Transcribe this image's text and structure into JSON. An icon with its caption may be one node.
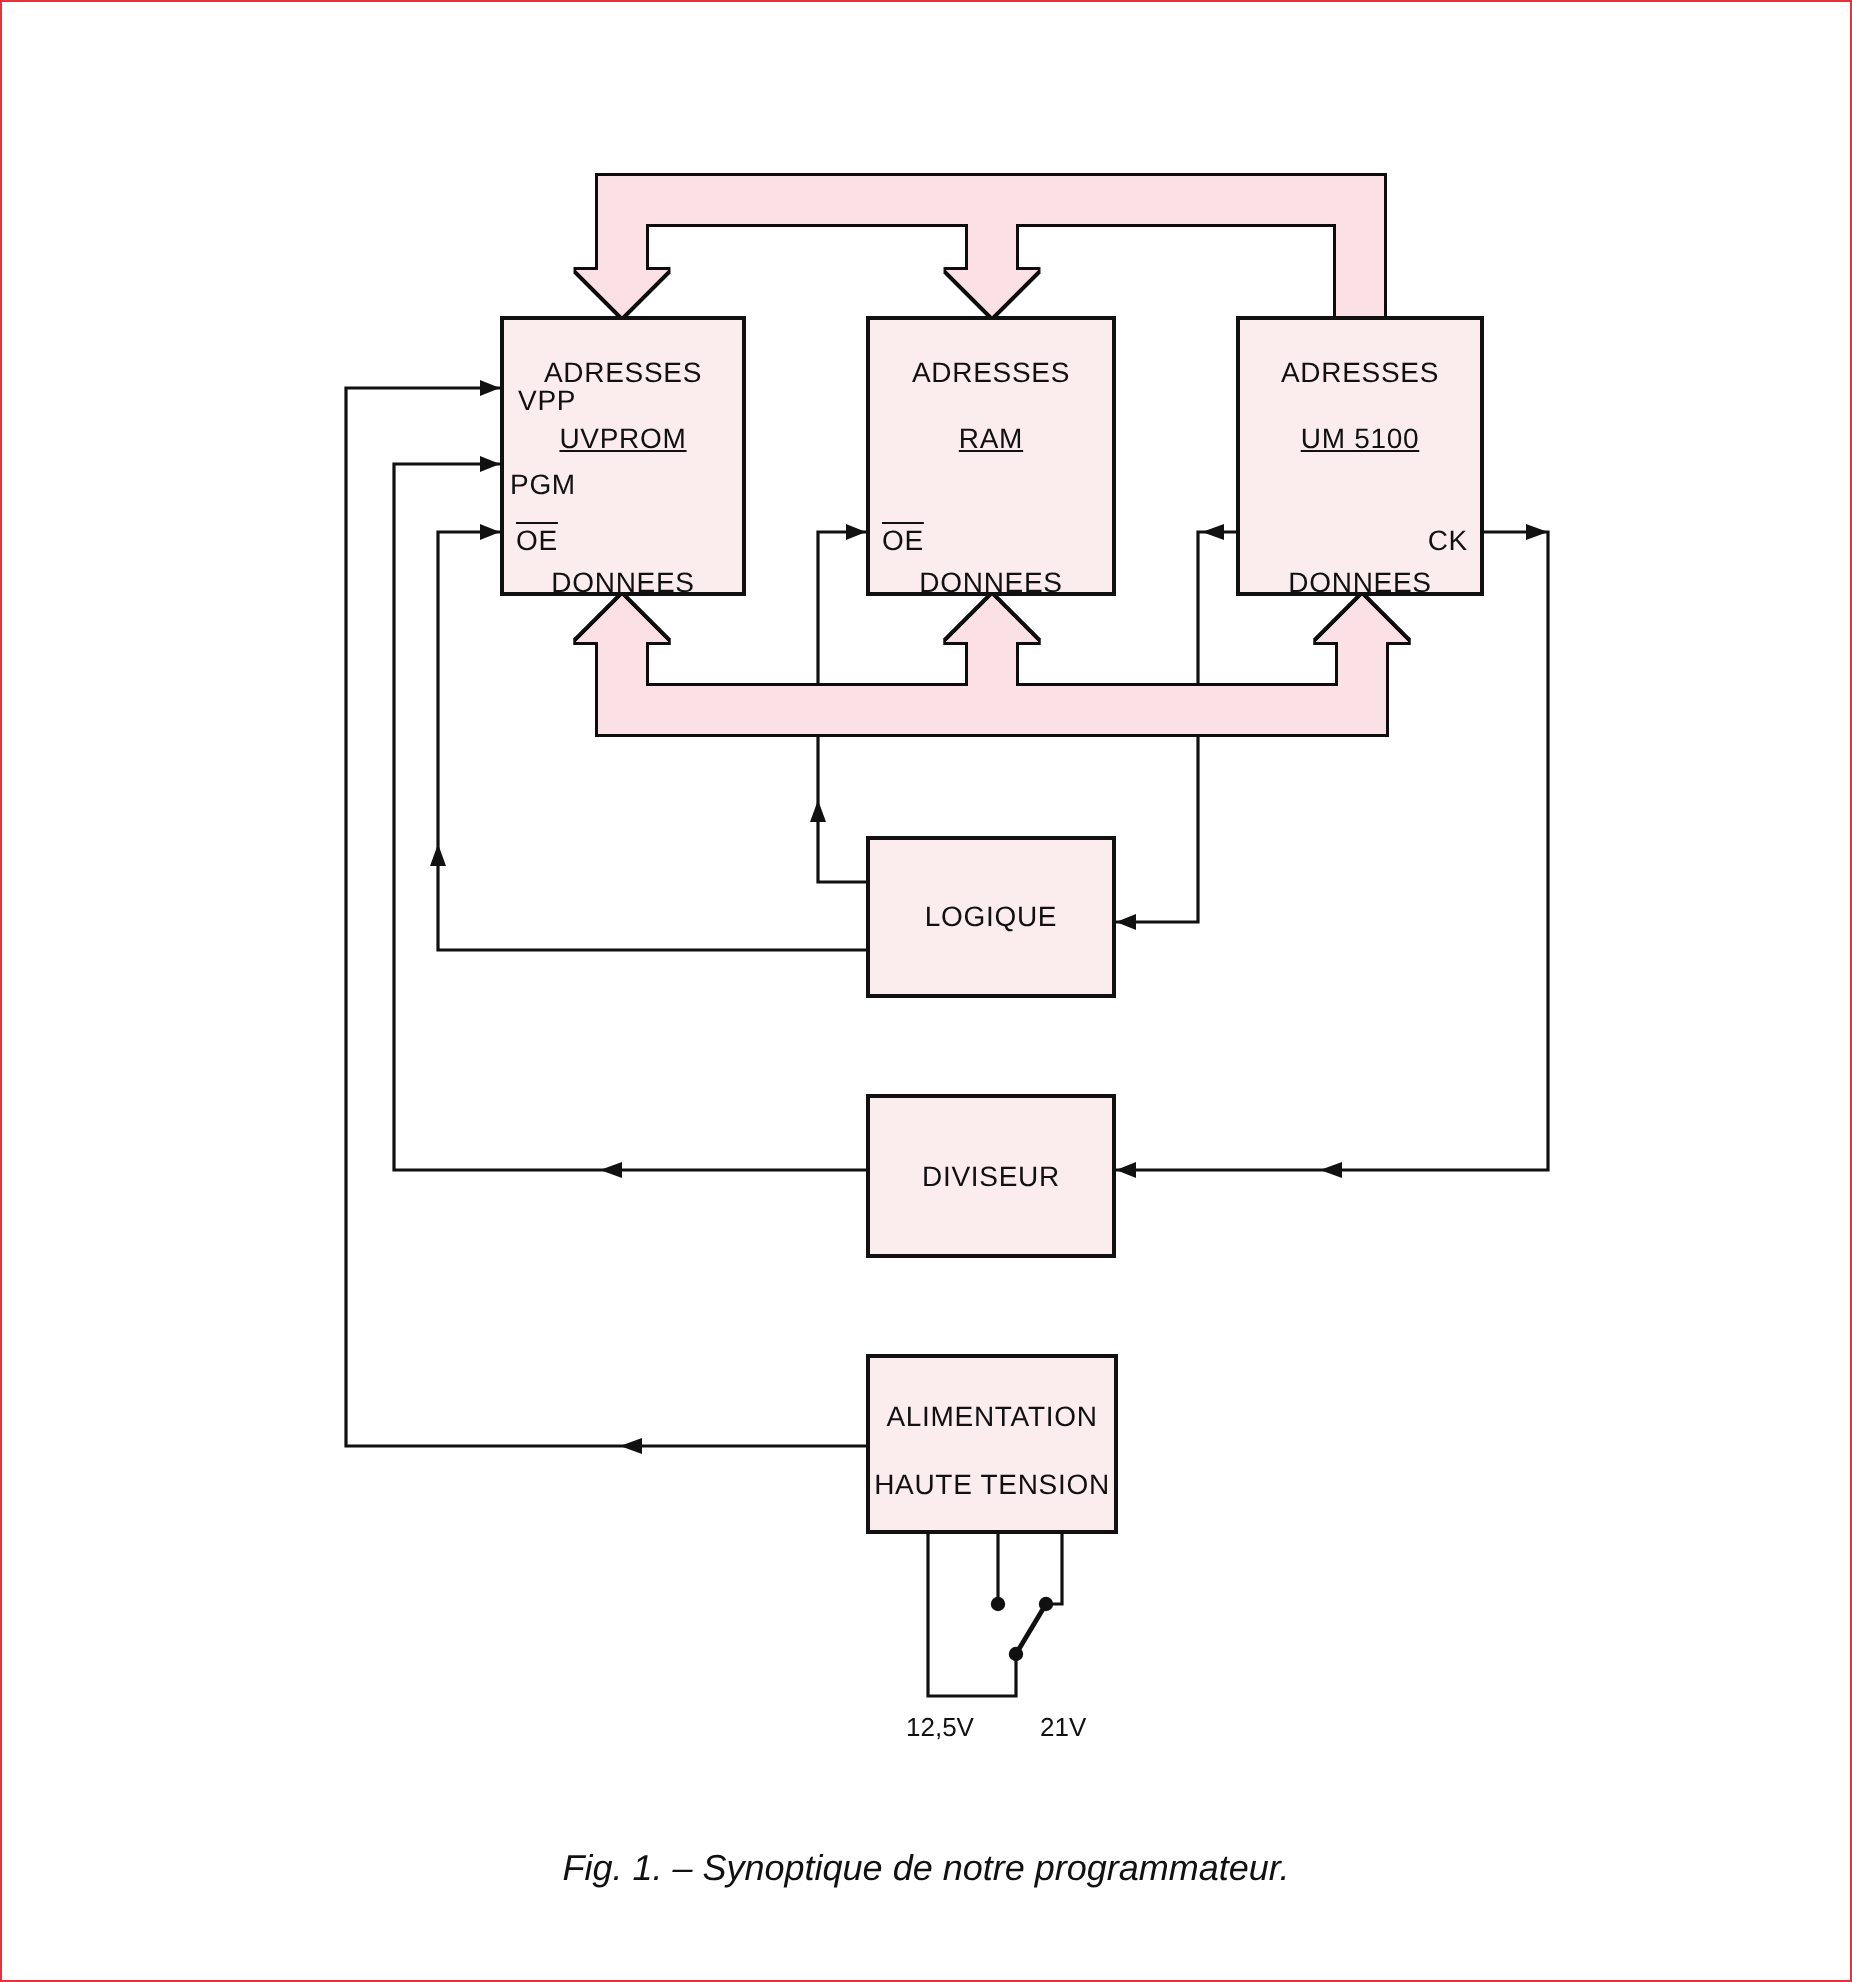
{
  "diagram": {
    "caption": "Fig. 1. – Synoptique de notre programmateur.",
    "nodes": [
      {
        "text": [
          "ADRESSES",
          "VPP",
          "UVPROM",
          "PGM",
          "OE",
          "DONNEES"
        ]
      },
      {
        "text": [
          "ADRESSES",
          "RAM",
          "OE",
          "DONNEES"
        ]
      },
      {
        "text": [
          "ADRESSES",
          "UM 5100",
          "CK",
          "DONNEES"
        ]
      },
      {
        "text": [
          "LOGIQUE"
        ]
      },
      {
        "text": [
          "DIVISEUR"
        ]
      },
      {
        "text": [
          "ALIMENTATION HAUTE TENSION"
        ]
      }
    ],
    "edges": [
      {
        "from": 2,
        "to": 0,
        "arrow": "to",
        "style": "thick",
        "color": "#fbe1e6"
      },
      {
        "from": 2,
        "to": 1,
        "arrow": "to",
        "style": "thick",
        "color": "#fbe1e6"
      },
      {
        "from": 0,
        "to": 1,
        "arrow": "both",
        "style": "thick",
        "color": "#fbe1e6"
      },
      {
        "from": 0,
        "to": 2,
        "arrow": "both",
        "style": "thick",
        "color": "#fbe1e6"
      },
      {
        "from": 1,
        "to": 2,
        "arrow": "both",
        "style": "thick",
        "color": "#fbe1e6"
      },
      {
        "from": 3,
        "to": 1,
        "arrow": "to"
      },
      {
        "from": 2,
        "to": 3,
        "arrow": "to"
      },
      {
        "from": 3,
        "to": 0,
        "arrow": "to"
      },
      {
        "from": 2,
        "to": 4,
        "arrow": "to"
      },
      {
        "from": 4,
        "to": 0,
        "arrow": "to"
      },
      {
        "from": 5,
        "to": 0,
        "arrow": "to"
      }
    ],
    "labels": [
      "12,5V",
      "21V"
    ]
  }
}
